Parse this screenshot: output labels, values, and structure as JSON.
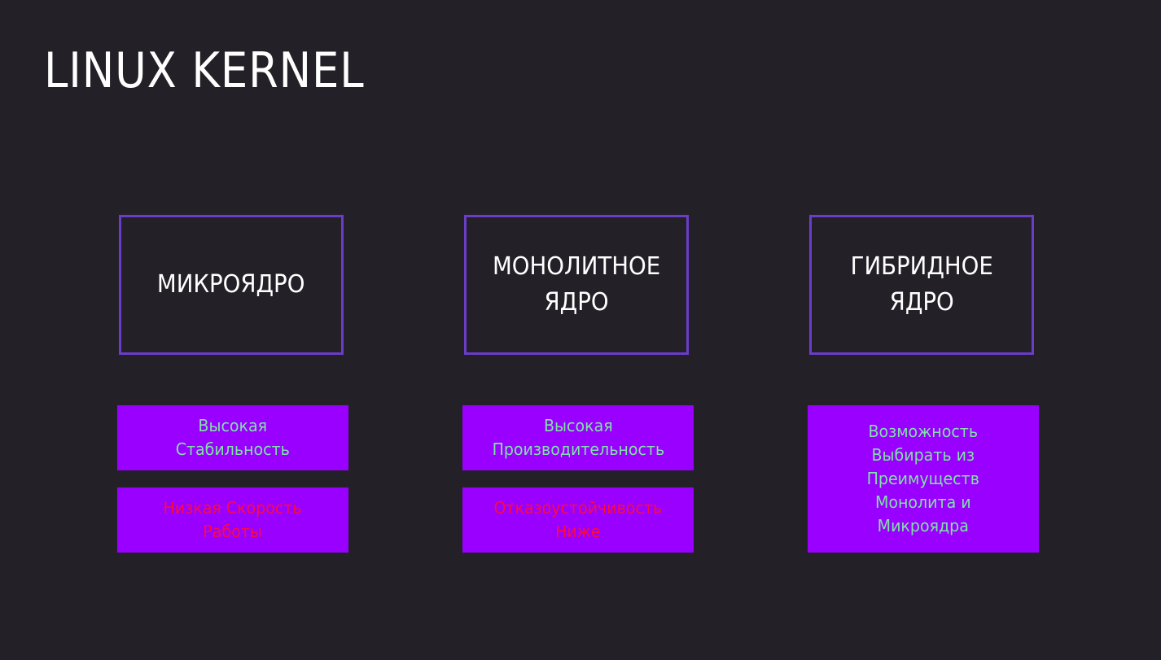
{
  "slide": {
    "title": "LINUX KERNEL"
  },
  "kernels": [
    {
      "label": "МИКРОЯДРО",
      "pros": "Высокая\nСтабильность",
      "cons": "Низкая Скорость\nРаботы"
    },
    {
      "label": "МОНОЛИТНОЕ\nЯДРО",
      "pros": "Высокая\nПроизводительность",
      "cons": "Отказоустойчивость\nНиже"
    },
    {
      "label": "ГИБРИДНОЕ\nЯДРО",
      "pros": "Возможность\nВыбирать из\nПреимуществ\nМонолита и\nМикроядра"
    }
  ],
  "colors": {
    "background": "#232127",
    "box_border": "#6a3dc8",
    "note_fill": "#9900ff",
    "pro_text": "#7fe3a6",
    "con_text": "#ff0a3c",
    "title_text": "#ffffff"
  }
}
